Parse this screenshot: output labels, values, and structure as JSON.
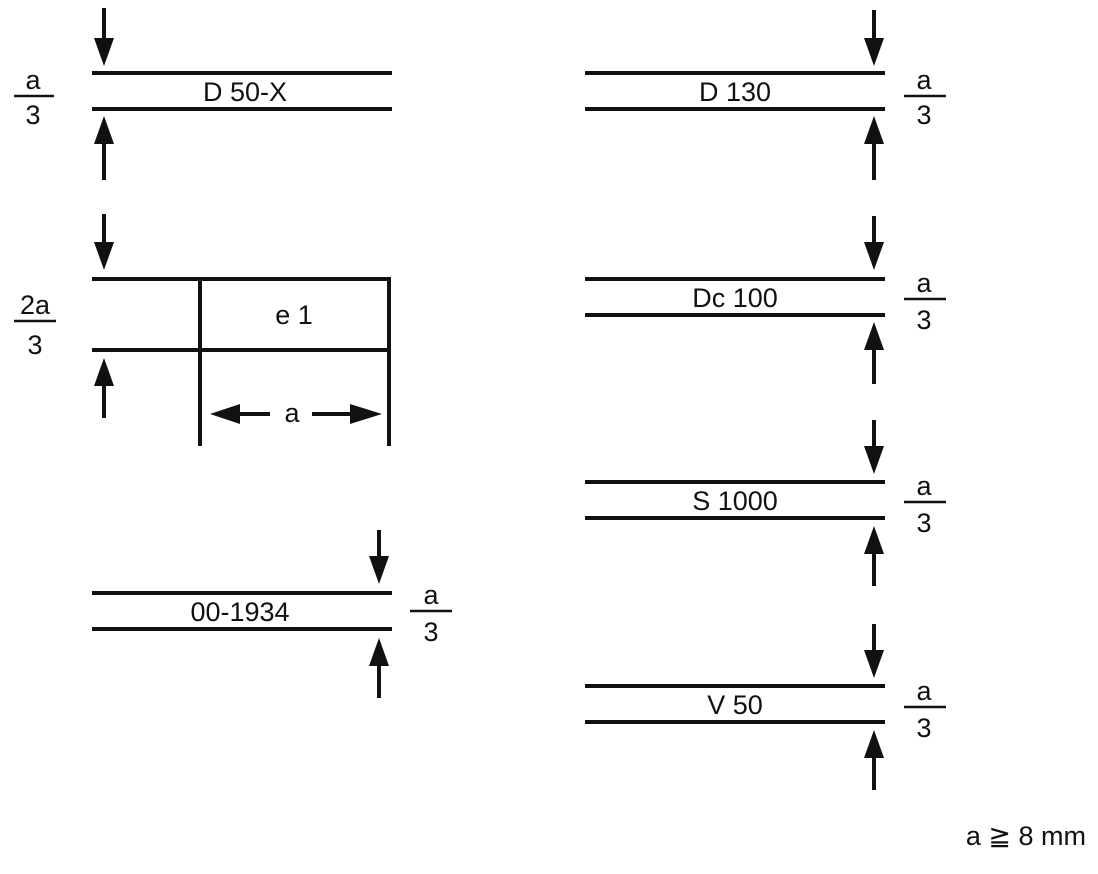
{
  "diagram": {
    "labels": {
      "d50x": "D 50-X",
      "d130": "D 130",
      "e1": "e 1",
      "dc100": "Dc 100",
      "s1000": "S 1000",
      "v50": "V 50",
      "code": "00-1934"
    },
    "fractions": {
      "third": {
        "numerator": "a",
        "denominator": "3"
      },
      "two_thirds": {
        "numerator": "2a",
        "denominator": "3"
      }
    },
    "dimension_a": "a",
    "footnote": "a ≧ 8 mm"
  }
}
